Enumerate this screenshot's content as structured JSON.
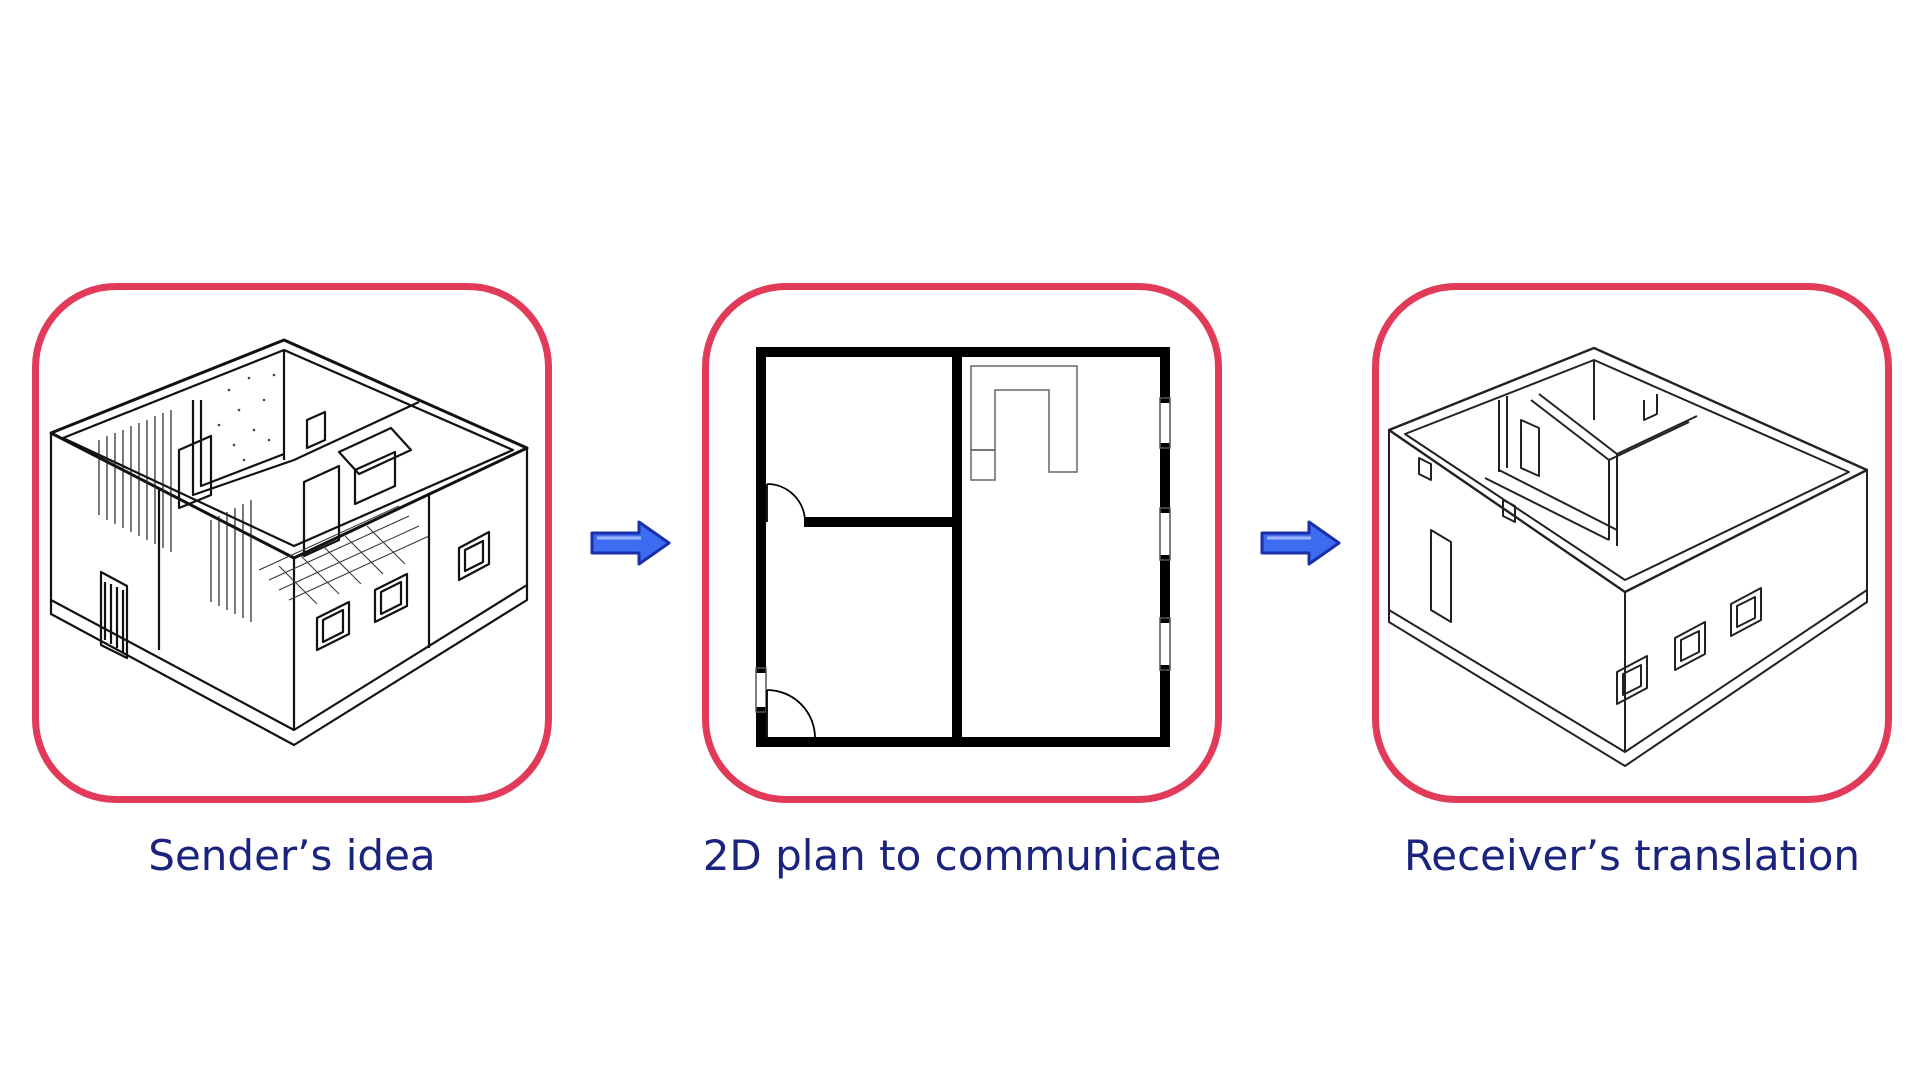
{
  "steps": [
    {
      "caption": "Sender’s idea",
      "illustration": "detailed-isometric-house-sketch"
    },
    {
      "caption": "2D plan to communicate",
      "illustration": "floor-plan"
    },
    {
      "caption": "Receiver’s translation",
      "illustration": "simplified-isometric-house-sketch"
    }
  ],
  "connectors": [
    "right-arrow",
    "right-arrow"
  ],
  "colors": {
    "panel_border": "#e23b5a",
    "caption_text": "#1a237e",
    "arrow_fill": "#3d6cf0",
    "arrow_stroke": "#1b2fa8"
  }
}
